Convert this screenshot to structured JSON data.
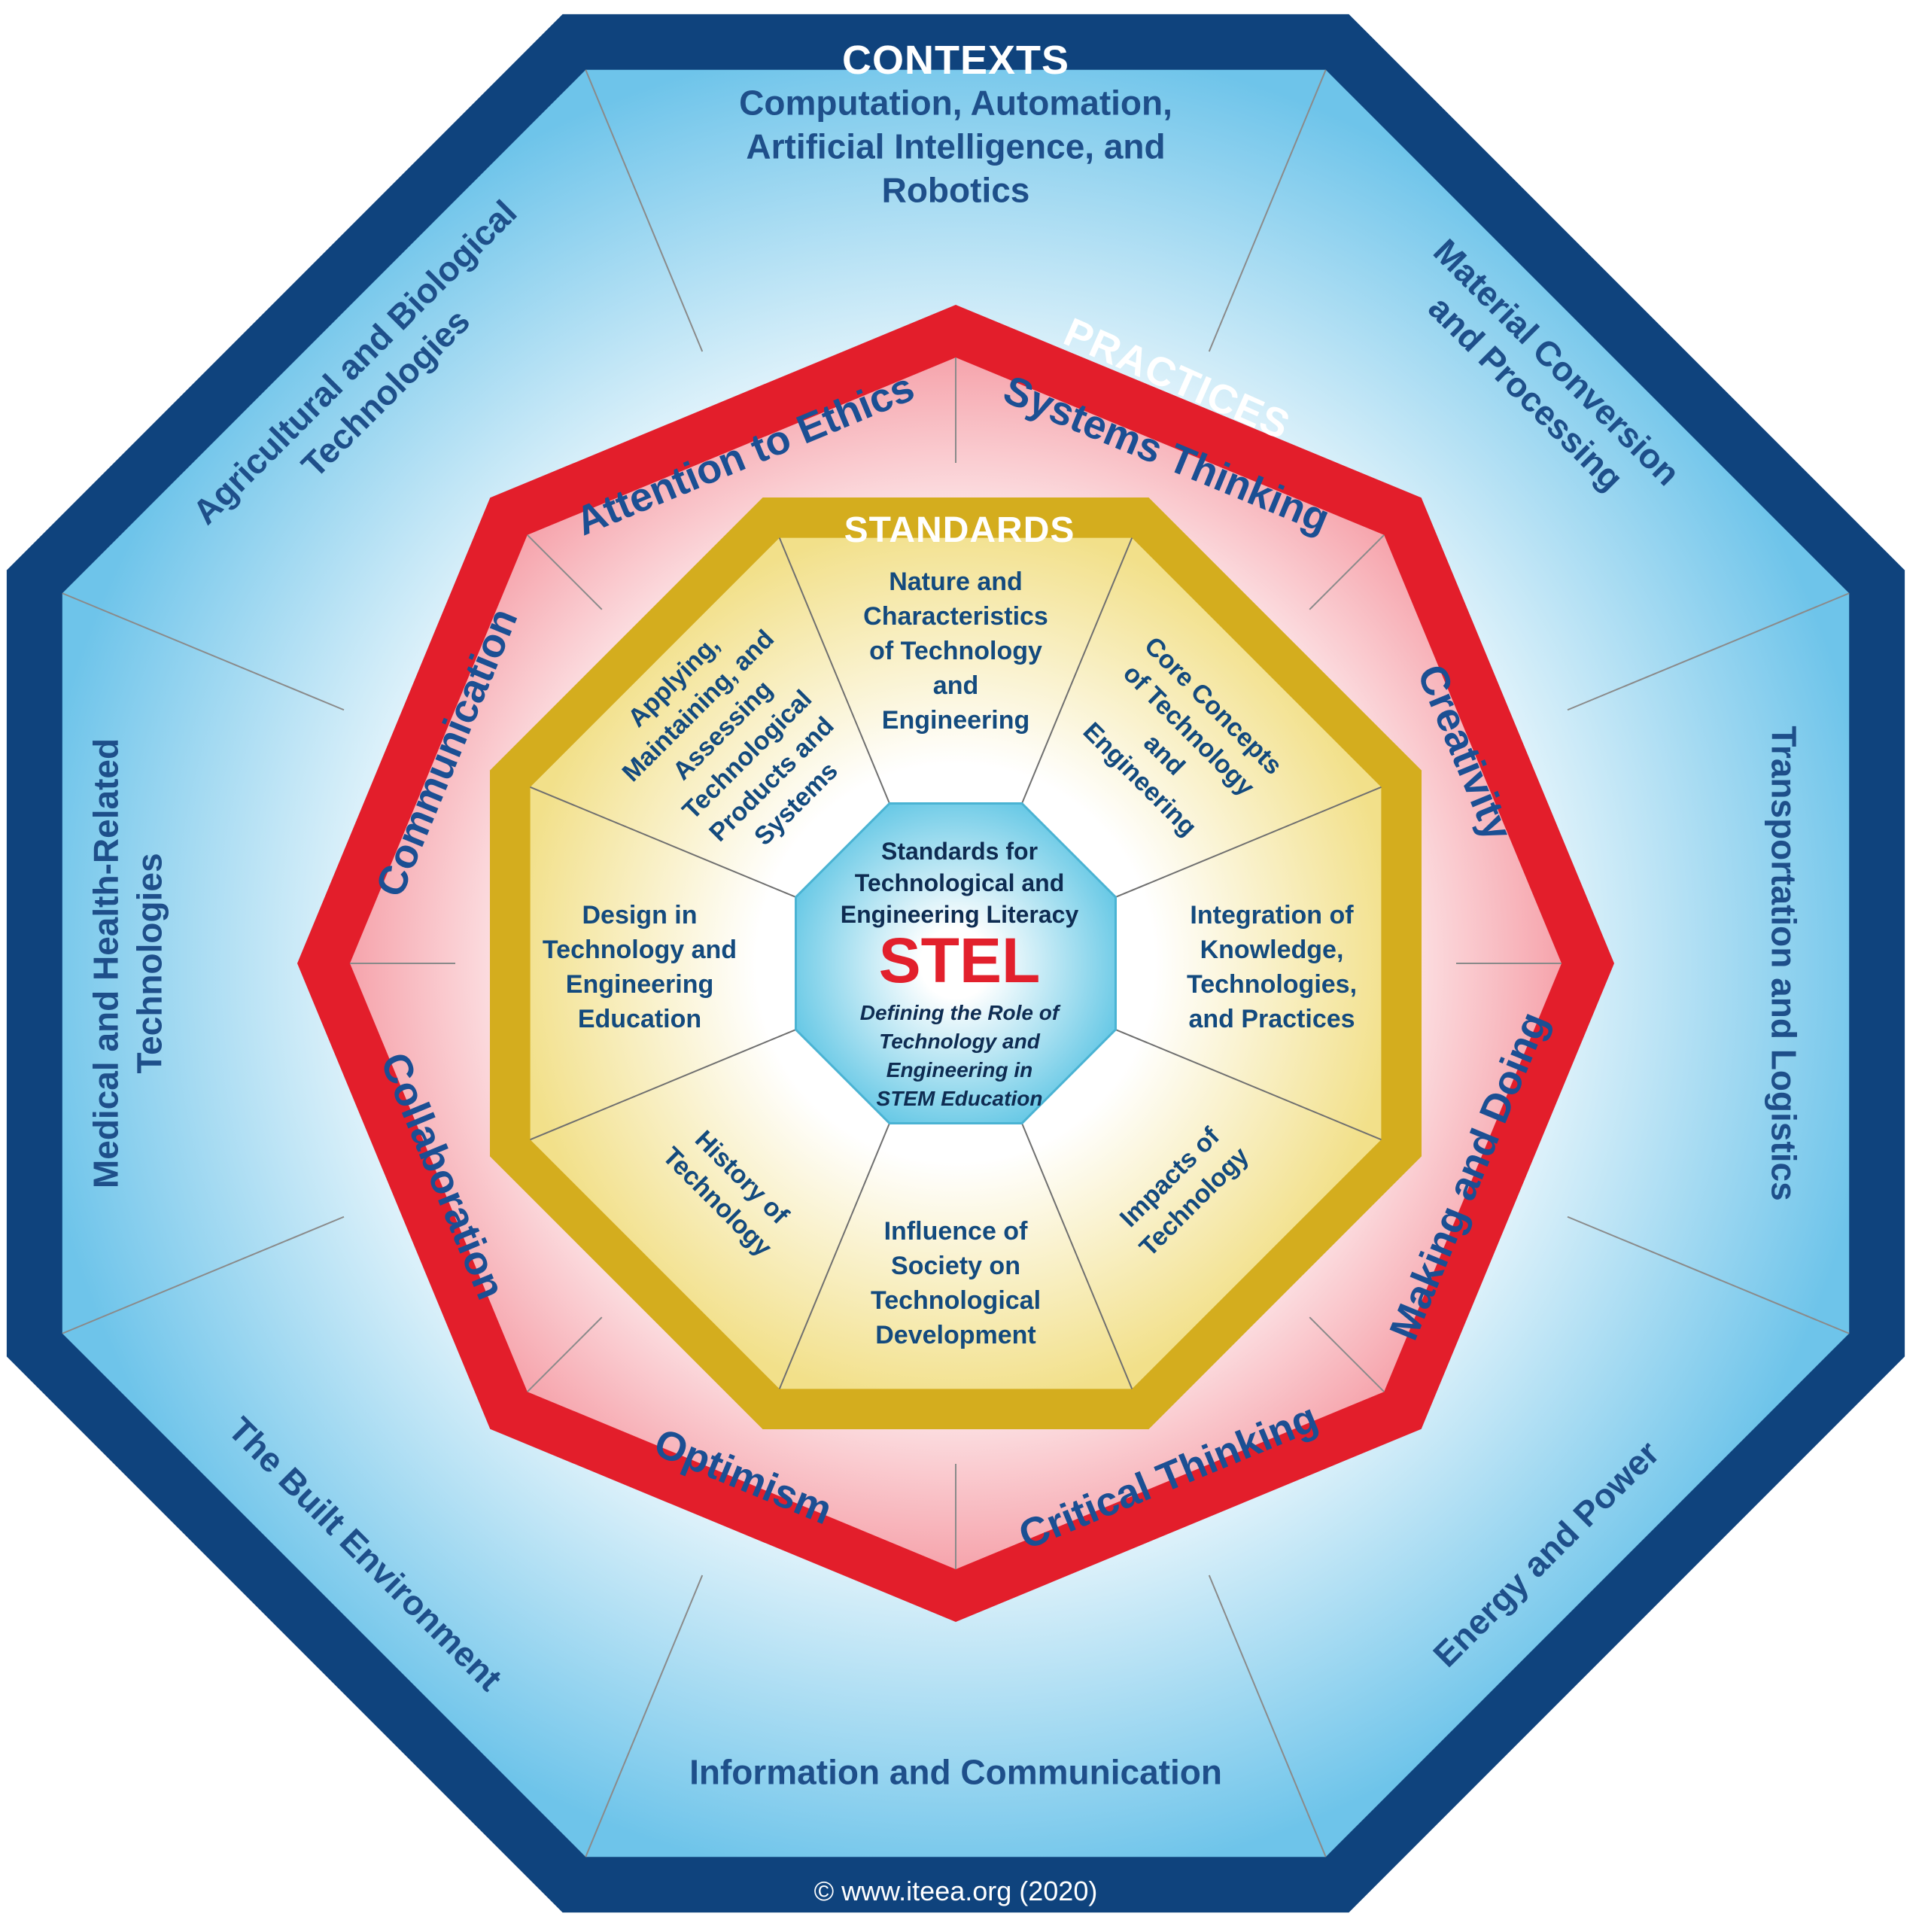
{
  "colors": {
    "contexts_border": "#0f437d",
    "contexts_fill": "#79c9ec",
    "practices_border": "#e31e2b",
    "practices_fill": "#f7a5ac",
    "standards_border": "#d4ad1e",
    "standards_fill": "#f4e79d",
    "center_fill": "#7cd3e8",
    "text_blue": "#1e4f8a",
    "stel_red": "#e2202c"
  },
  "contexts": {
    "label": "CONTEXTS",
    "items": [
      "Computation, Automation,\nArtificial Intelligence, and\nRobotics",
      "Material Conversion\nand Processing",
      "Transportation and Logistics",
      "Energy and Power",
      "Information and Communication",
      "The Built Environment",
      "Medical and Health-Related\nTechnologies",
      "Agricultural and Biological\nTechnologies"
    ]
  },
  "practices": {
    "label": "PRACTICES",
    "items": [
      "Systems Thinking",
      "Creativity",
      "Making and Doing",
      "Critical Thinking",
      "Optimism",
      "Collaboration",
      "Communication",
      "Attention to Ethics"
    ]
  },
  "standards": {
    "label": "STANDARDS",
    "items": [
      "Nature and\nCharacteristics\nof Technology\nand\nEngineering",
      "Core Concepts\nof Technology\nand\nEngineering",
      "Integration of\nKnowledge,\nTechnologies,\nand Practices",
      "Impacts of\nTechnology",
      "Influence of\nSociety on\nTechnological\nDevelopment",
      "History of\nTechnology",
      "Design in\nTechnology and\nEngineering\nEducation",
      "Applying,\nMaintaining, and\nAssessing\nTechnological\nProducts and\nSystems"
    ]
  },
  "center": {
    "title_line1": "Standards for",
    "title_line2": "Technological and",
    "title_line3": "Engineering Literacy",
    "acronym": "STEL",
    "subtitle": "Defining the Role of\nTechnology and\nEngineering in\nSTEM Education"
  },
  "copyright": "© www.iteea.org (2020)"
}
